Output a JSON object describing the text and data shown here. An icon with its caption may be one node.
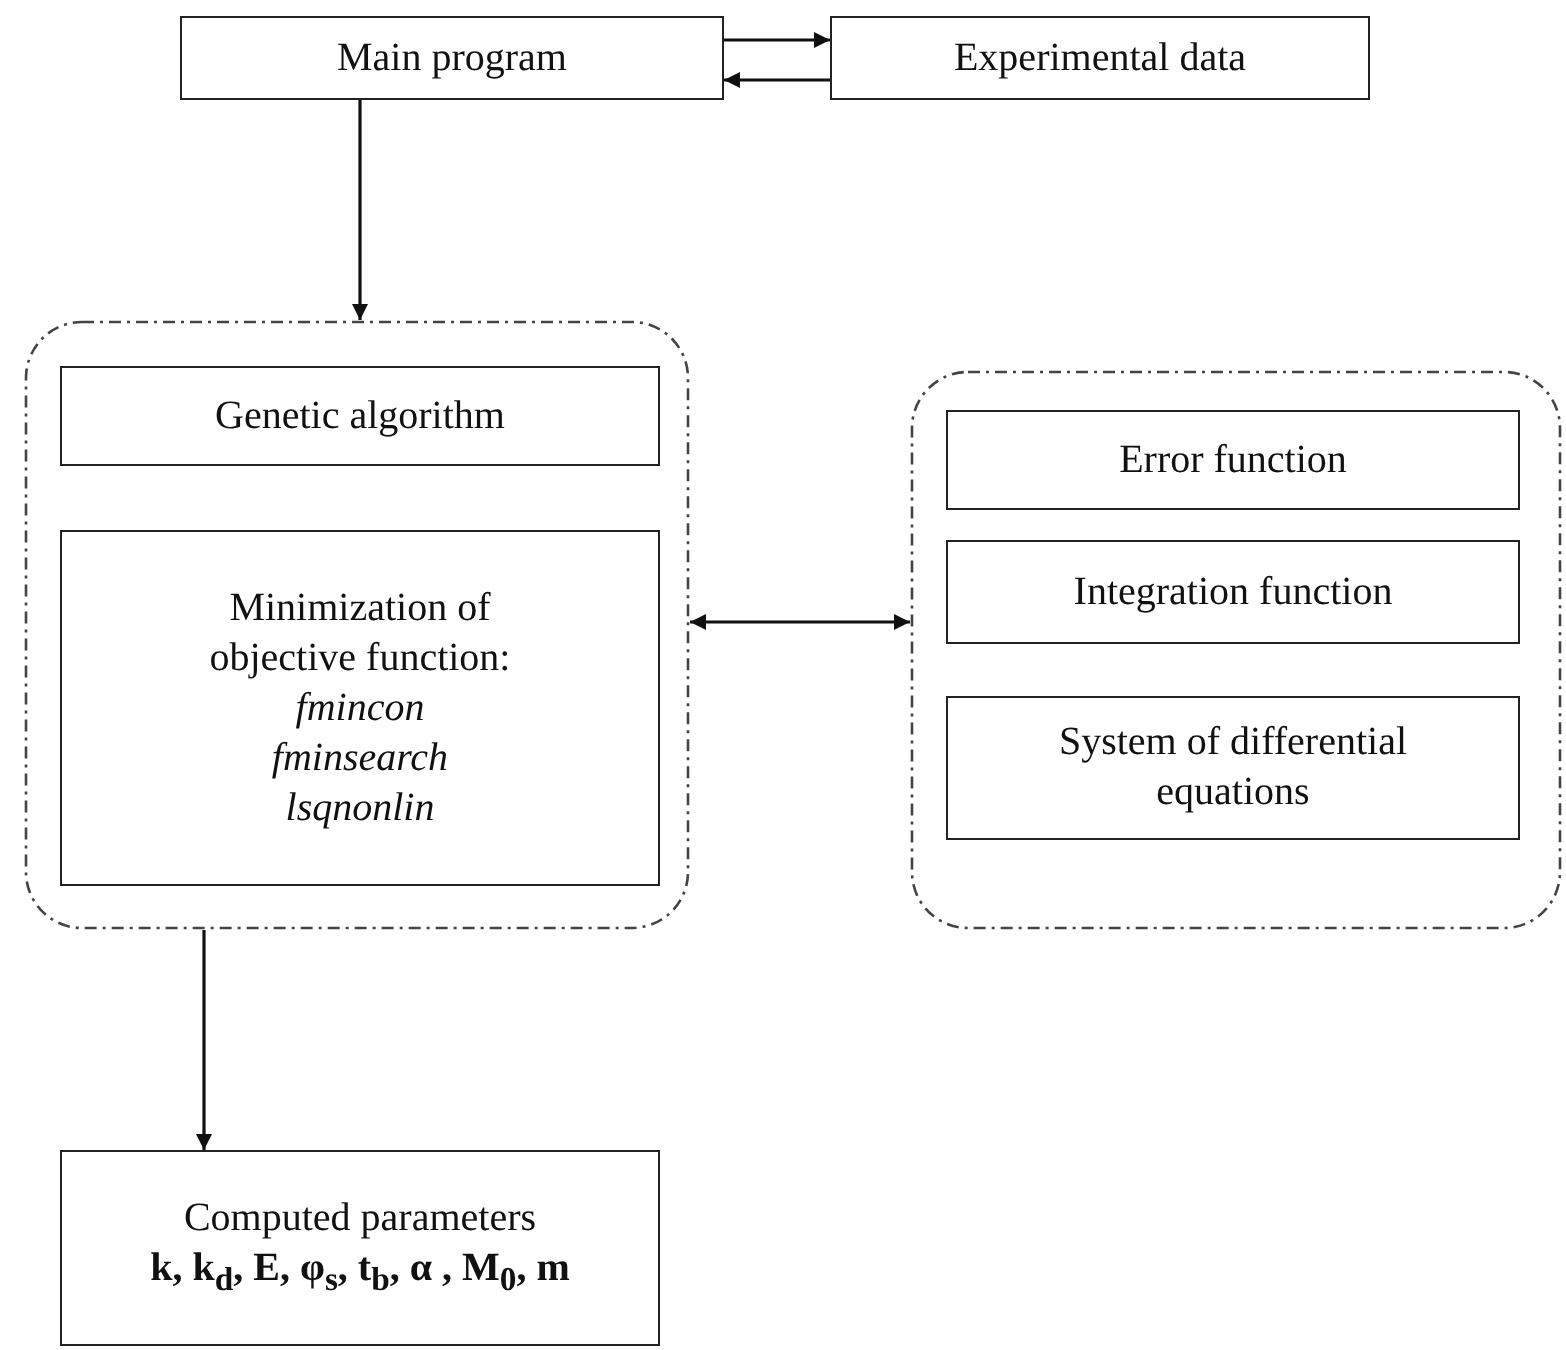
{
  "diagram": {
    "nodes": [
      {
        "text": [
          "Main program"
        ]
      },
      {
        "text": [
          "Experimental data"
        ]
      },
      {
        "text": [],
        "shape": "box"
      },
      {
        "text": [
          "Genetic algorithm"
        ],
        "in": 2
      },
      {
        "text": [
          "Minimization of objective function:",
          "fmincon",
          "fminsearch",
          "lsqnonlin"
        ],
        "in": 2
      },
      {
        "text": [],
        "shape": "box"
      },
      {
        "text": [
          "Error function"
        ],
        "in": 5
      },
      {
        "text": [
          "Integration function"
        ],
        "in": 5
      },
      {
        "text": [
          "System of differential equations"
        ],
        "in": 5
      },
      {
        "text": [
          "Computed parameters",
          "k, k$_{d}$, E, φ$_{s}$, t$_{b}$, α , M$_{0}$, m"
        ]
      }
    ],
    "edges": [
      {
        "from": 0,
        "to": 1,
        "arrow": "to"
      },
      {
        "from": 1,
        "to": 0,
        "arrow": "to"
      },
      {
        "from": 0,
        "to": 2,
        "arrow": "to"
      },
      {
        "from": 2,
        "to": 5,
        "arrow": "both"
      },
      {
        "from": 2,
        "to": 9,
        "arrow": "to"
      }
    ]
  }
}
